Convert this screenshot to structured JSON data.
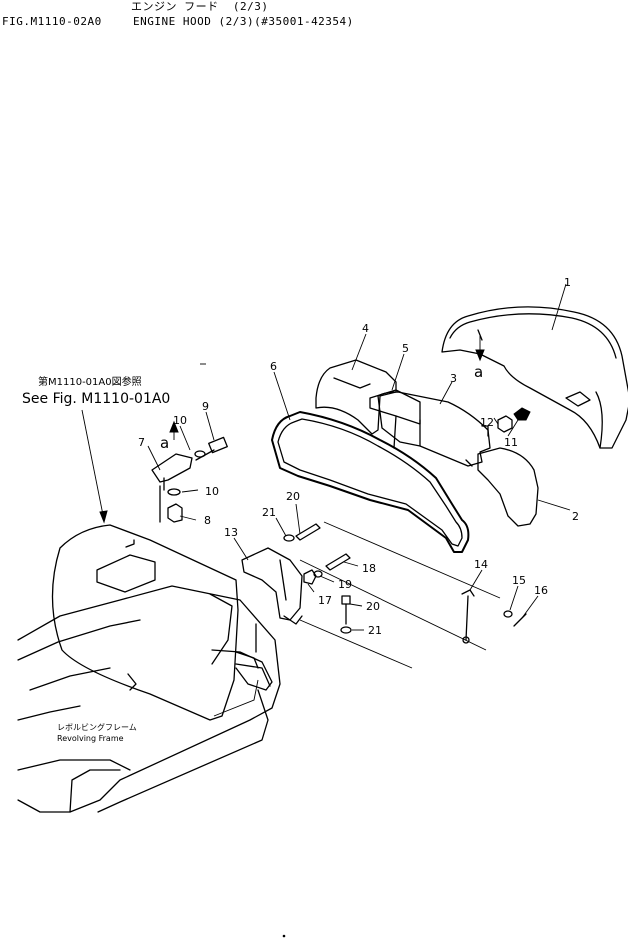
{
  "header": {
    "jp_title": "エンジン フード  (2/3)",
    "fig_number": "FIG.M1110-02A0",
    "title": "ENGINE HOOD (2/3)(#35001-42354)"
  },
  "reference": {
    "jp": "第M1110-01A0図参照",
    "en": "See Fig. M1110-01A0"
  },
  "frame_label": {
    "jp": "レボルビングフレーム",
    "en": "Revolving Frame"
  },
  "detail_marks": {
    "left": "a",
    "right": "a"
  },
  "callouts": [
    {
      "id": "c1",
      "text": "1"
    },
    {
      "id": "c2",
      "text": "2"
    },
    {
      "id": "c3",
      "text": "3"
    },
    {
      "id": "c4",
      "text": "4"
    },
    {
      "id": "c5",
      "text": "5"
    },
    {
      "id": "c6",
      "text": "6"
    },
    {
      "id": "c7",
      "text": "7"
    },
    {
      "id": "c8",
      "text": "8"
    },
    {
      "id": "c9",
      "text": "9"
    },
    {
      "id": "c10a",
      "text": "10"
    },
    {
      "id": "c10b",
      "text": "10"
    },
    {
      "id": "c11",
      "text": "11"
    },
    {
      "id": "c12",
      "text": "12"
    },
    {
      "id": "c13",
      "text": "13"
    },
    {
      "id": "c14",
      "text": "14"
    },
    {
      "id": "c15",
      "text": "15"
    },
    {
      "id": "c16",
      "text": "16"
    },
    {
      "id": "c17",
      "text": "17"
    },
    {
      "id": "c18",
      "text": "18"
    },
    {
      "id": "c19",
      "text": "19"
    },
    {
      "id": "c20a",
      "text": "20"
    },
    {
      "id": "c20b",
      "text": "20"
    },
    {
      "id": "c21a",
      "text": "21"
    },
    {
      "id": "c21b",
      "text": "21"
    }
  ]
}
